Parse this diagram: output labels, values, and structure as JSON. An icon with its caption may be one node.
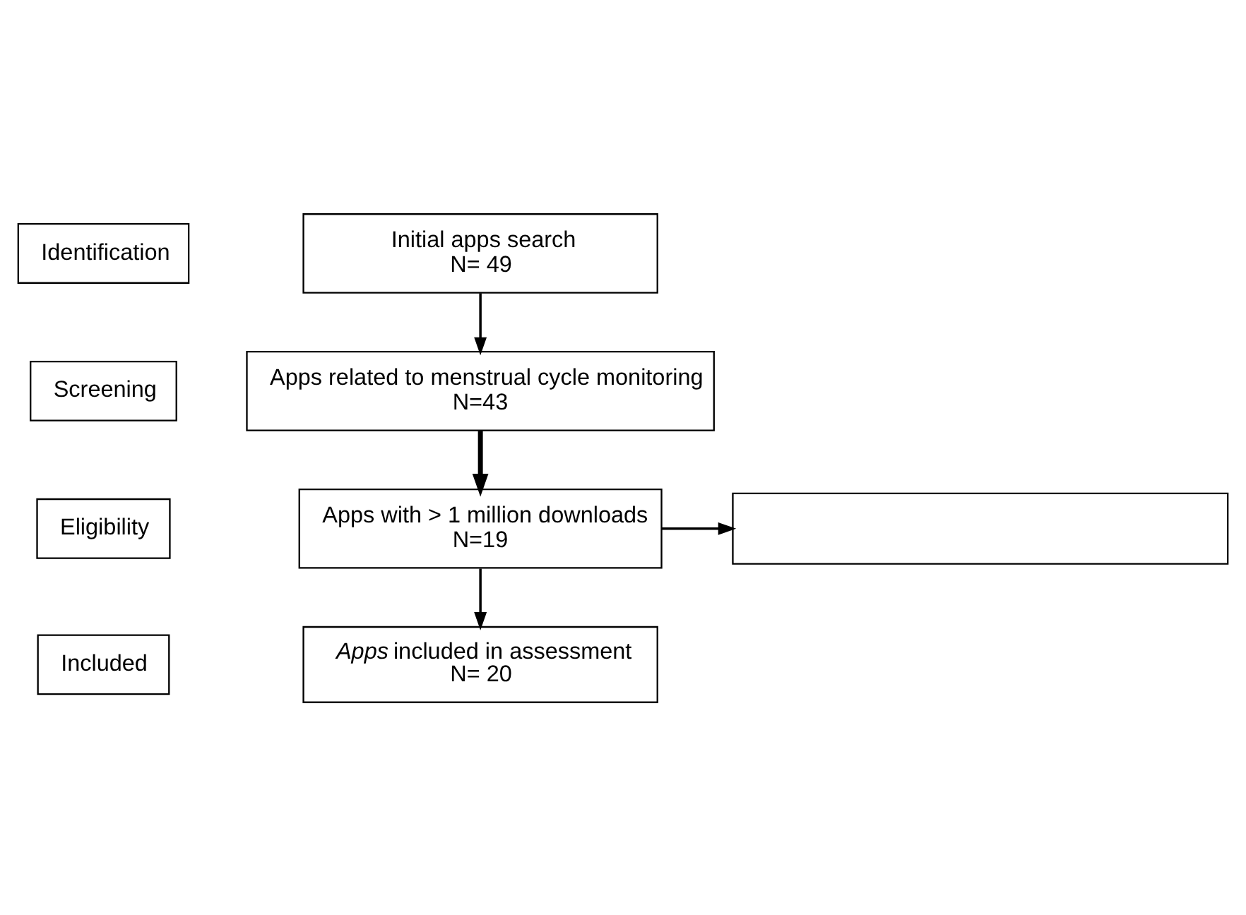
{
  "diagram": {
    "nodes": [
      {
        "text": [
          "Identification"
        ]
      },
      {
        "text": [
          "Initial apps search",
          "N= 49"
        ]
      },
      {
        "text": [
          "Screening"
        ]
      },
      {
        "text": [
          "Apps related to menstrual cycle monitoring",
          "N=43"
        ]
      },
      {
        "text": [
          "Eligibility"
        ]
      },
      {
        "text": [
          "Apps with > 1 million downloads",
          "N=19"
        ]
      },
      {
        "text": [],
        "shape": "box"
      },
      {
        "text": [
          "Included"
        ]
      },
      {
        "text": [
          "*Apps* included in assessment",
          "N= 20"
        ]
      }
    ],
    "edges": [
      {
        "from": 1,
        "to": 3,
        "arrow": "to"
      },
      {
        "from": 3,
        "to": 5,
        "arrow": "to",
        "style": "thick"
      },
      {
        "from": 5,
        "to": 8,
        "arrow": "to"
      },
      {
        "from": 5,
        "to": 6,
        "arrow": "to"
      }
    ]
  }
}
